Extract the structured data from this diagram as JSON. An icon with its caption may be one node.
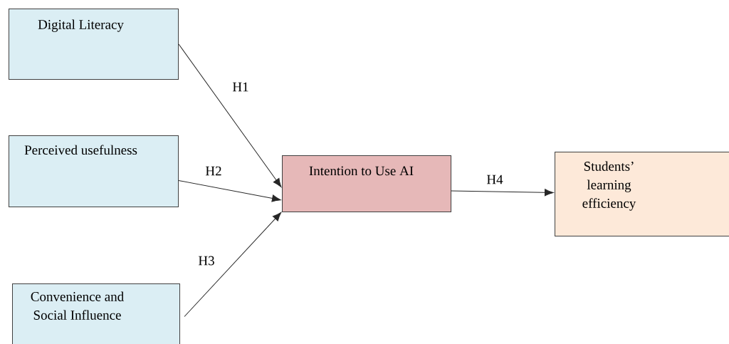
{
  "diagram": {
    "nodes": [
      {
        "text": [
          "Digital Literacy"
        ]
      },
      {
        "text": [
          "Perceived usefulness"
        ]
      },
      {
        "text": [
          "Convenience and Social Influence"
        ]
      },
      {
        "text": [
          "Intention to Use AI"
        ]
      },
      {
        "text": [
          "Students’ learning efficiency"
        ]
      }
    ],
    "edges": [
      {
        "from": 0,
        "to": 3,
        "arrow": "to",
        "label": "H1"
      },
      {
        "from": 1,
        "to": 3,
        "arrow": "to",
        "label": "H2"
      },
      {
        "from": 2,
        "to": 3,
        "arrow": "to",
        "label": "H3"
      },
      {
        "from": 3,
        "to": 4,
        "arrow": "to",
        "label": "H4"
      }
    ]
  }
}
